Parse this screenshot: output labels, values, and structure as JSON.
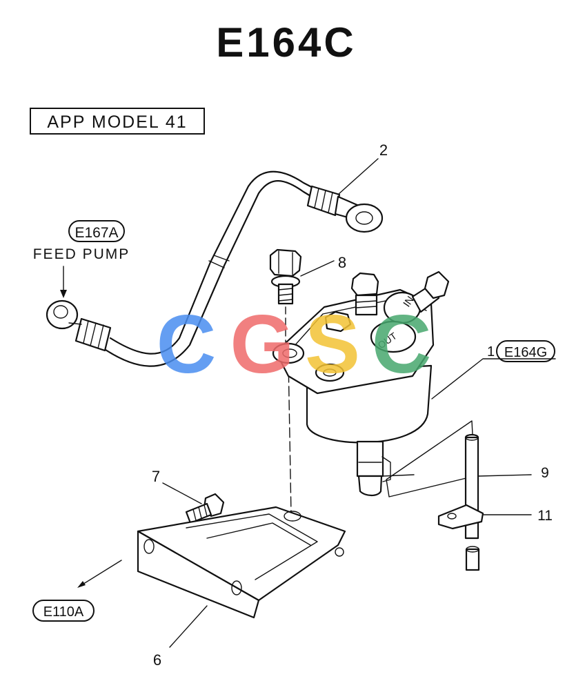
{
  "title": "E164C",
  "model_box": "APP MODEL 41",
  "refs": {
    "feed_pump_ref": "E167A",
    "feed_pump_text": "FEED PUMP",
    "filter_ref": "E164G",
    "bracket_ref": "E110A"
  },
  "filter_prefix": "1",
  "port_labels": {
    "in": "IN",
    "out": "OUT"
  },
  "part_numbers": {
    "p2": "2",
    "p8": "8",
    "p7": "7",
    "p9": "9",
    "p11": "11",
    "p6": "6"
  },
  "watermark": {
    "letters": [
      "C",
      "G",
      "S",
      "C"
    ],
    "colors": [
      "#4a8ef0",
      "#ef6b6b",
      "#f3c234",
      "#47a86e"
    ]
  }
}
